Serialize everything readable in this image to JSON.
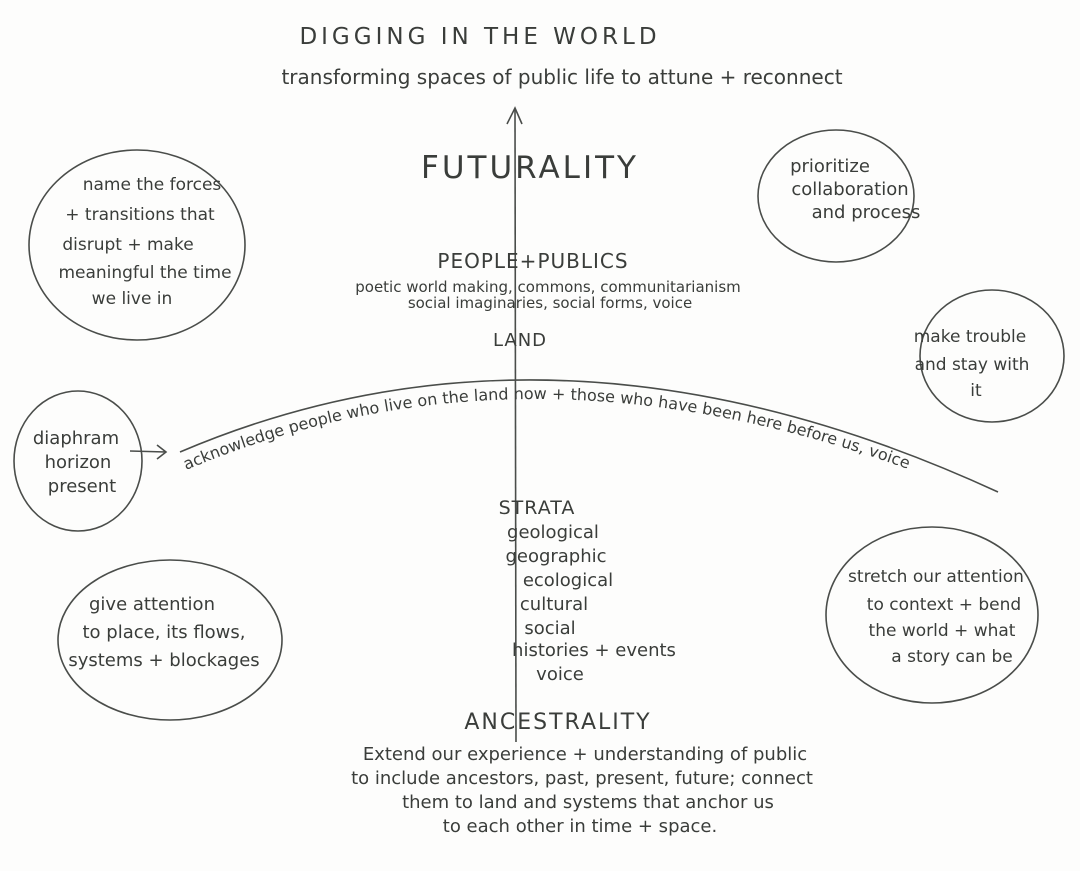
{
  "title": "DIGGING IN THE WORLD",
  "subtitle": "transforming spaces of public life to attune + reconnect",
  "axis": {
    "top": "FUTURALITY",
    "bottom": "ANCESTRALITY"
  },
  "people_publics": {
    "heading": "PEOPLE+PUBLICS",
    "lines": [
      "poetic world making, commons, communitarianism",
      "social imaginaries, social forms, voice"
    ]
  },
  "land": {
    "heading": "LAND",
    "horizon_text": "acknowledge people who live on the land now + those who have been here before us, voice"
  },
  "strata": {
    "heading": "STRATA",
    "items": [
      "geological",
      "geographic",
      "ecological",
      "cultural",
      "social",
      "histories + events",
      "voice"
    ]
  },
  "ancestrality_text": [
    "Extend our experience + understanding of public",
    "to include ancestors, past, present, future; connect",
    "them to land and systems that anchor us",
    "to each other in time + space."
  ],
  "bubbles": {
    "name_forces": [
      "name the forces",
      "+ transitions that",
      "disrupt + make",
      "meaningful the time",
      "we live in"
    ],
    "prioritize": [
      "prioritize",
      "collaboration",
      "and process"
    ],
    "make_trouble": [
      "make trouble",
      "and stay with",
      "it"
    ],
    "diaphram": [
      "diaphram",
      "horizon",
      "present"
    ],
    "give_attention": [
      "give attention",
      "to place, its flows,",
      "systems + blockages"
    ],
    "stretch": [
      "stretch our attention",
      "to context + bend",
      "the world + what",
      "a story can be"
    ]
  }
}
